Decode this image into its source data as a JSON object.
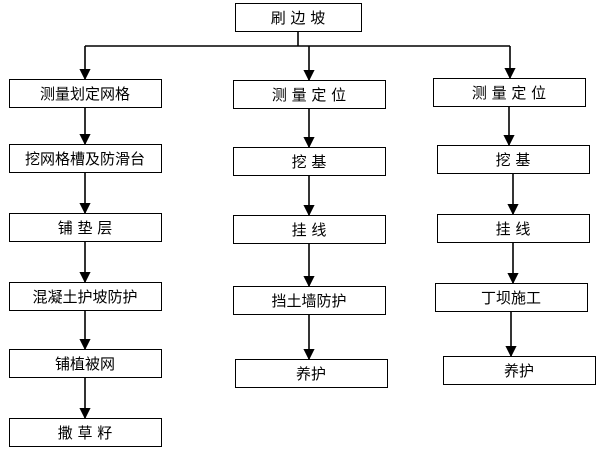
{
  "diagram": {
    "type": "flowchart",
    "root": {
      "id": "brush-slope",
      "label": "刷 边 坡"
    },
    "columns": [
      {
        "id": "left",
        "nodes": [
          {
            "id": "survey-grid",
            "label": "测量划定网格"
          },
          {
            "id": "dig-grid-trench",
            "label": "挖网格槽及防滑台"
          },
          {
            "id": "lay-cushion",
            "label": "铺    垫    层"
          },
          {
            "id": "concrete-slope",
            "label": "混凝土护坡防护"
          },
          {
            "id": "lay-vegetation-net",
            "label": "铺植被网"
          },
          {
            "id": "sow-grass-seed",
            "label": "撒 草 籽"
          }
        ]
      },
      {
        "id": "middle",
        "nodes": [
          {
            "id": "survey-position-mid",
            "label": "测 量 定 位"
          },
          {
            "id": "dig-foundation-mid",
            "label": "挖          基"
          },
          {
            "id": "hang-line-mid",
            "label": "挂          线"
          },
          {
            "id": "retaining-wall",
            "label": "挡土墙防护"
          },
          {
            "id": "curing-mid",
            "label": "养护"
          }
        ]
      },
      {
        "id": "right",
        "nodes": [
          {
            "id": "survey-position-right",
            "label": "测 量 定 位"
          },
          {
            "id": "dig-foundation-right",
            "label": "挖          基"
          },
          {
            "id": "hang-line-right",
            "label": "挂          线"
          },
          {
            "id": "spur-dike",
            "label": "丁坝施工"
          },
          {
            "id": "curing-right",
            "label": "养护"
          }
        ]
      }
    ]
  }
}
